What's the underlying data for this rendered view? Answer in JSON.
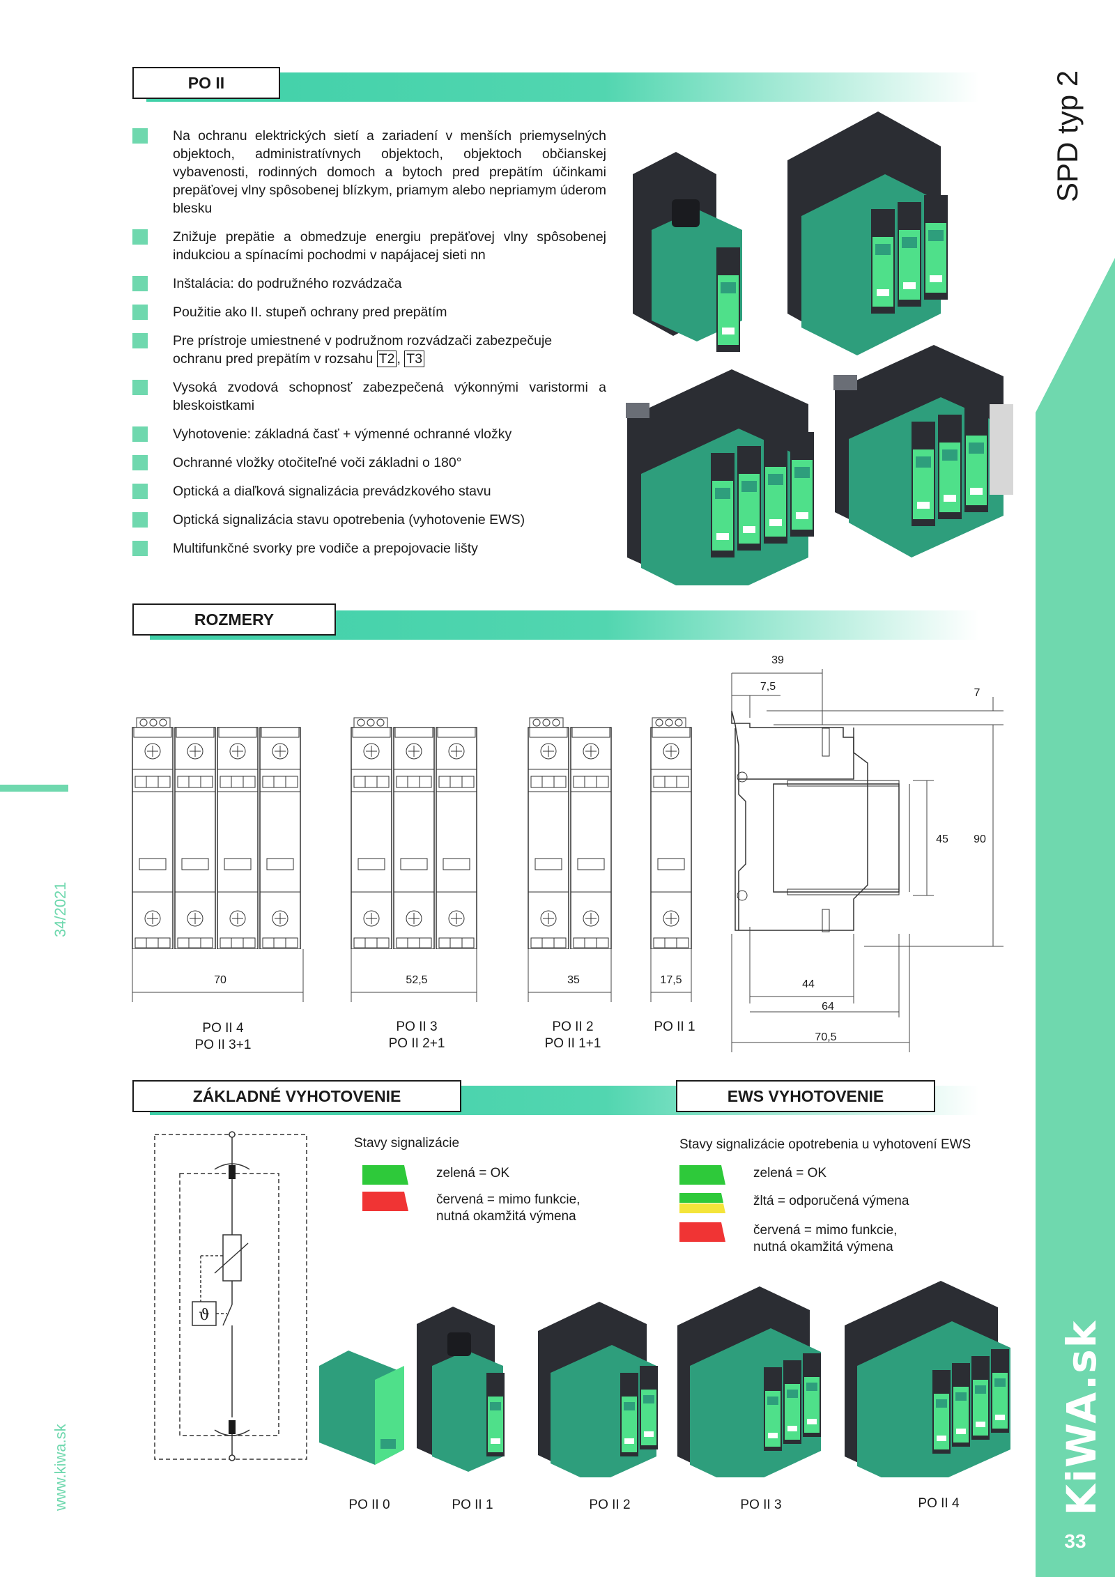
{
  "sections": {
    "po2": "PO II",
    "dims": "ROZMERY",
    "basic": "ZÁKLADNÉ VYHOTOVENIE",
    "ews": "EWS VYHOTOVENIE"
  },
  "side": {
    "title": "SPD typ 2",
    "page_number": "33",
    "issue": "34/2021",
    "website": "www.kiwa.sk",
    "logo_text": "KiWA.sk"
  },
  "bullets": [
    "Na ochranu elektrických sietí a zariadení v menších priemyselných objektoch, administratívnych objektoch, objektoch občianskej vybavenosti, rodinných domoch a bytoch pred prepätím účinkami prepäťovej vlny spôsobenej blízkym, priamym alebo nepriamym úderom blesku",
    "Znižuje prepätie a obmedzuje energiu prepäťovej vlny spôsobenej indukciou a spínacími pochodmi v napájacej sieti nn",
    "Inštalácia: do podružného rozvádzača",
    "Použitie ako II. stupeň ochrany pred prepätím",
    "Vysoká zvodová schopnosť zabezpečená výkonnými varistormi a bleskoistkami",
    " Vyhotovenie:  základná časť + výmenné ochranné vložky",
    "Ochranné vložky otočiteľné voči základni o 180°",
    "Optická a diaľková signalizácia prevádzkového stavu",
    "Optická signalizácia stavu opotrebenia (vyhotovenie EWS)",
    "Multifunkčné svorky pre vodiče a prepojovacie lišty"
  ],
  "bullet_t": {
    "line1": "Pre prístroje umiestnené v podružnom rozvádzači zabezpečuje",
    "line2": "ochranu pred prepätím v rozsahu",
    "t2": "T2",
    "sep": ",",
    "t3": "T3"
  },
  "dimensions": {
    "front_widths": [
      "70",
      "52,5",
      "35",
      "17,5"
    ],
    "front_labels": [
      [
        "PO II 4",
        "PO II 3+1"
      ],
      [
        "PO II 3",
        "PO II 2+1"
      ],
      [
        "PO II 2",
        "PO II 1+1"
      ],
      [
        "PO II 1",
        ""
      ]
    ],
    "side": {
      "d39": "39",
      "d7_5": "7,5",
      "d7": "7",
      "d45": "45",
      "d90": "90",
      "d44": "44",
      "d64": "64",
      "d70_5": "70,5"
    }
  },
  "legend_basic": {
    "title": "Stavy signalizácie",
    "green": "zelená = OK",
    "red_line1": "červená = mimo funkcie,",
    "red_line2": "nutná okamžitá výmena"
  },
  "legend_ews": {
    "title": "Stavy signalizácie opotrebenia u vyhotovení EWS",
    "green": "zelená = OK",
    "yellow": "žltá = odporučená výmena",
    "red_line1": "červená = mimo funkcie,",
    "red_line2": "nutná okamžitá výmena"
  },
  "products_bottom": [
    "PO II 0",
    "PO II 1",
    "PO II 2",
    "PO II 3",
    "PO II 4"
  ],
  "colors": {
    "accent": "#6fd8ae",
    "module_green": "#2e9e7c",
    "module_light": "#4fe08a",
    "body_dark": "#2b2d33",
    "signal_green": "#2ec93a",
    "signal_red": "#f03434",
    "signal_yellow": "#f4e43a"
  }
}
